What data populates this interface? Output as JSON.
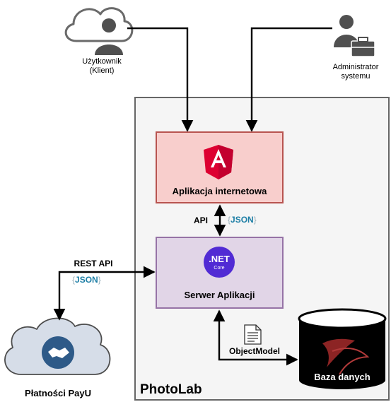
{
  "actors": {
    "client": {
      "name": "Użytkownik",
      "sub": "(Klient)"
    },
    "admin": {
      "name": "Administrator",
      "sub": "systemu"
    }
  },
  "system": {
    "title": "PhotoLab"
  },
  "web_app": {
    "label": "Aplikacja internetowa"
  },
  "server": {
    "label": "Serwer Aplikacji",
    "net_text": ".NET",
    "core_text": "Core"
  },
  "database": {
    "label": "Baza danych"
  },
  "payu": {
    "label": "Płatności PayU"
  },
  "connections": {
    "api": "API",
    "rest_api": "REST API",
    "object_model": "ObjectModel",
    "json_open": "{",
    "json_text": "JSON",
    "json_close": "}"
  },
  "colors": {
    "web_app_fill": "#f8cecc",
    "web_app_border": "#b85450",
    "server_fill": "#e1d5e7",
    "server_border": "#9673a6",
    "system_fill": "#f5f5f5",
    "system_border": "#666666",
    "angular": "#dd0031",
    "dotnet": "#512bd4",
    "json": "#1e7fa6"
  }
}
